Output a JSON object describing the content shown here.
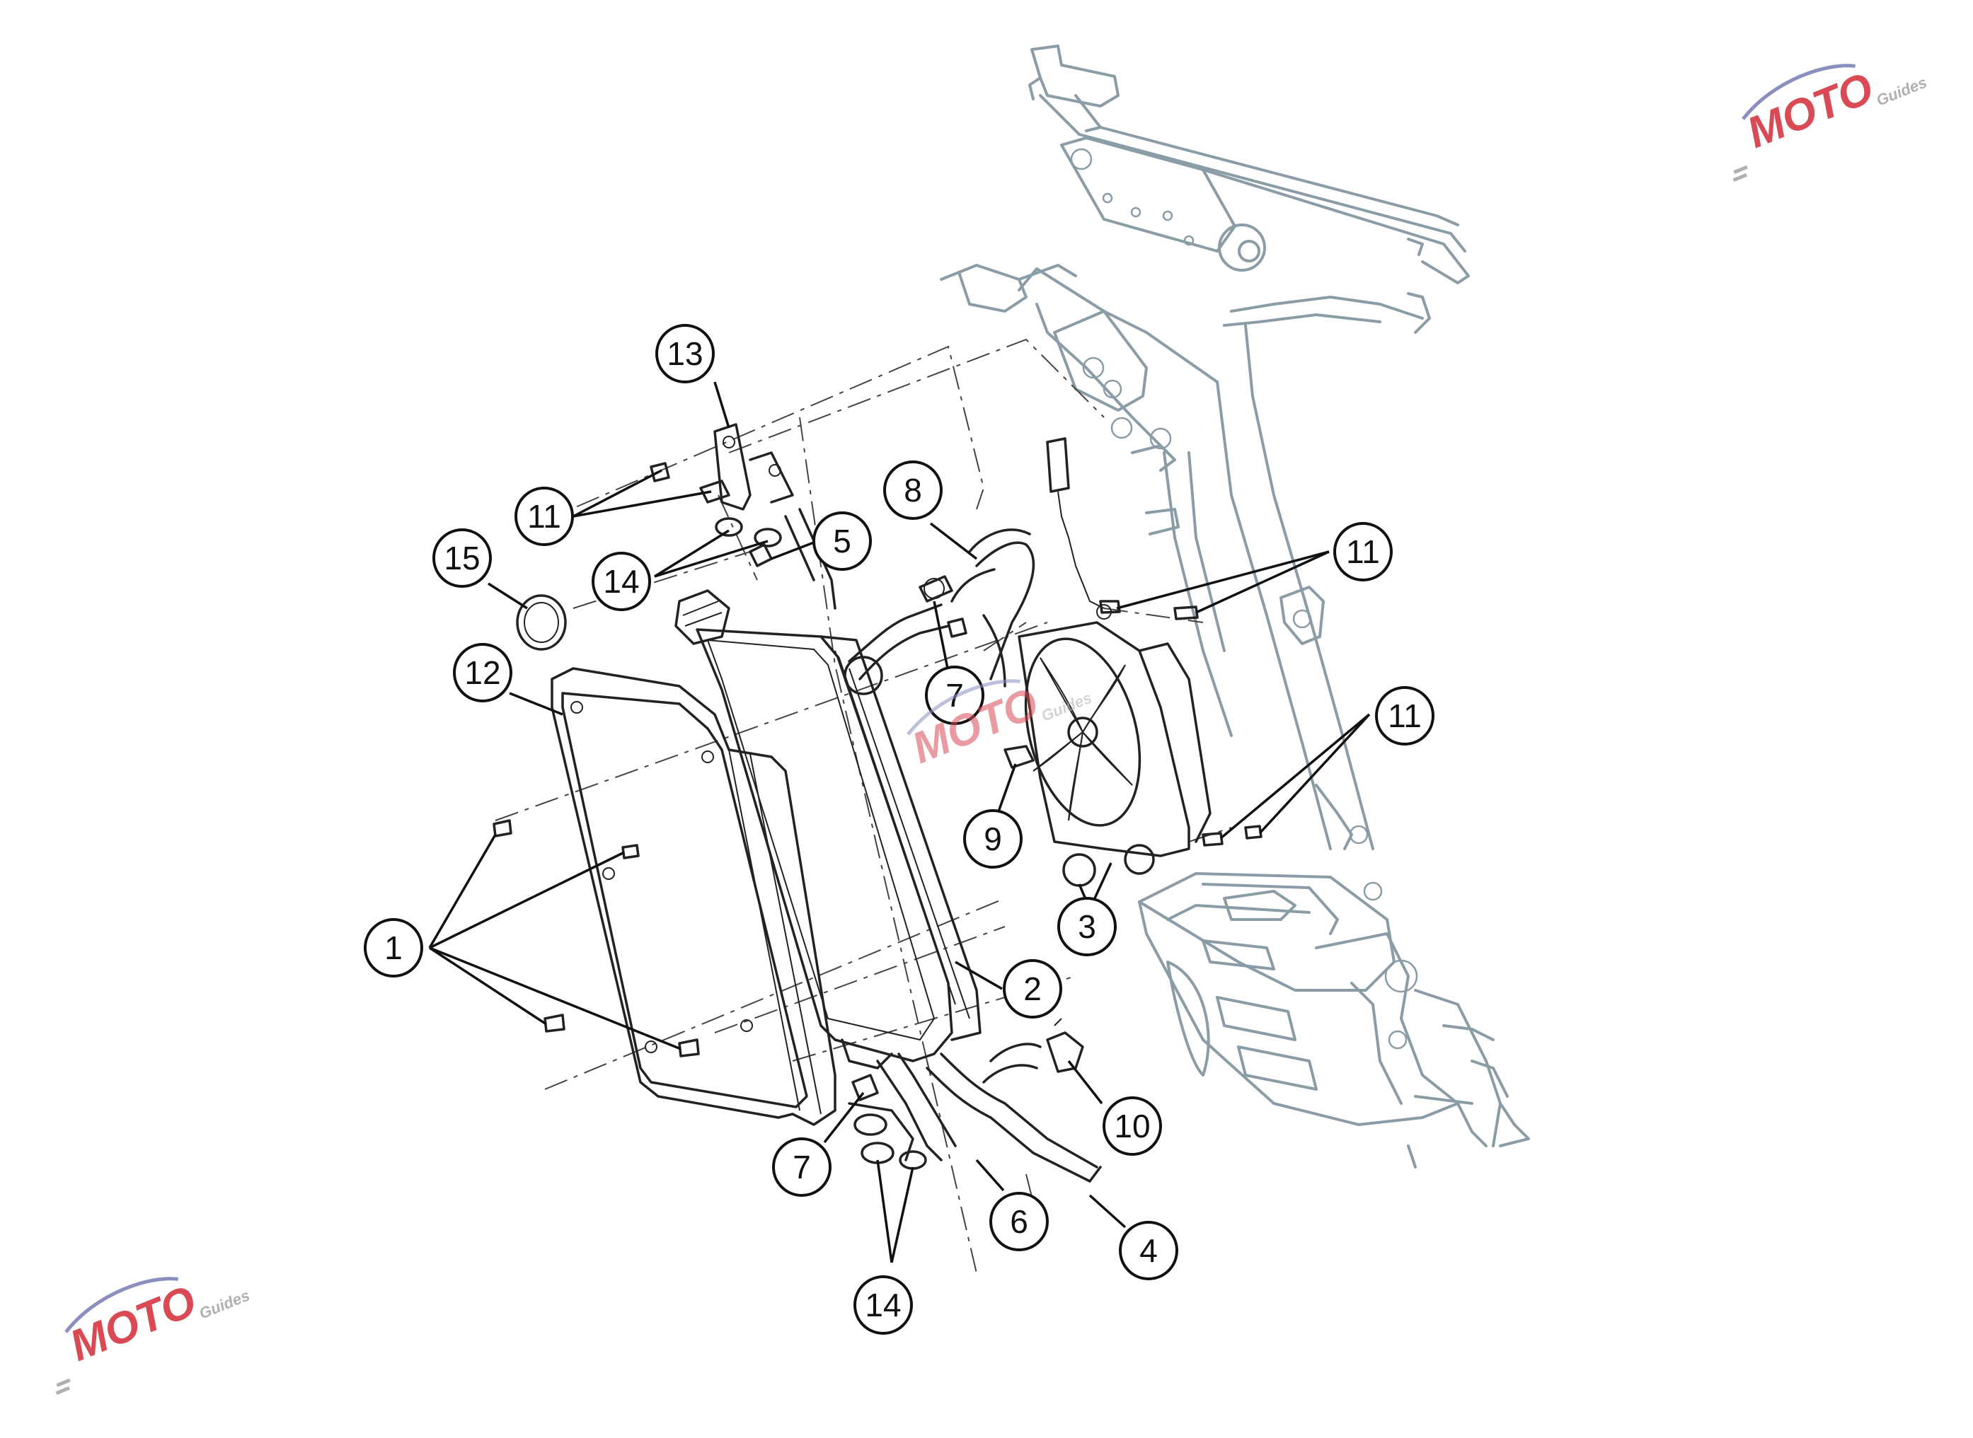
{
  "diagram": {
    "callouts": [
      {
        "id": "c1",
        "label": "1"
      },
      {
        "id": "c2",
        "label": "2"
      },
      {
        "id": "c3",
        "label": "3"
      },
      {
        "id": "c4",
        "label": "4"
      },
      {
        "id": "c5",
        "label": "5"
      },
      {
        "id": "c6",
        "label": "6"
      },
      {
        "id": "c7a",
        "label": "7"
      },
      {
        "id": "c7b",
        "label": "7"
      },
      {
        "id": "c8",
        "label": "8"
      },
      {
        "id": "c9",
        "label": "9"
      },
      {
        "id": "c10",
        "label": "10"
      },
      {
        "id": "c11a",
        "label": "11"
      },
      {
        "id": "c11b",
        "label": "11"
      },
      {
        "id": "c11c",
        "label": "11"
      },
      {
        "id": "c12",
        "label": "12"
      },
      {
        "id": "c13",
        "label": "13"
      },
      {
        "id": "c14a",
        "label": "14"
      },
      {
        "id": "c14b",
        "label": "14"
      },
      {
        "id": "c15",
        "label": "15"
      }
    ]
  },
  "watermark": {
    "brand": "MOTO",
    "sub": "Guides",
    "colors": {
      "primary": "#d94a55",
      "secondary": "#8a8fbf",
      "tertiary": "#b0b0b0"
    }
  },
  "colors": {
    "frame_stroke": "#8a9ca6",
    "part_stroke": "#222222",
    "callout_stroke": "#111111",
    "background": "#ffffff"
  }
}
